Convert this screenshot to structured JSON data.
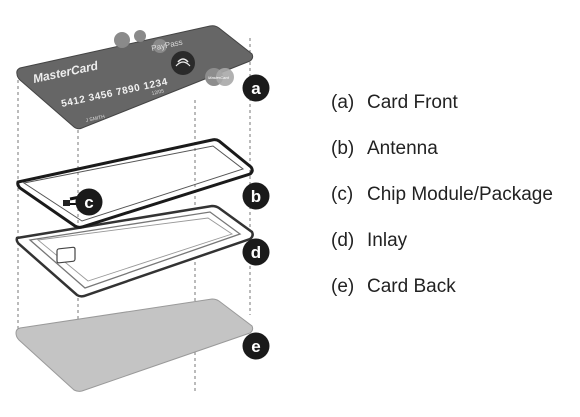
{
  "card_front": {
    "brand": "MasterCard",
    "paypass": "PayPass",
    "number": "5412 3456 7890 1234",
    "expiry": "12/05",
    "name": "J SMITH",
    "brand_small": "MasterCard"
  },
  "badges": [
    {
      "letter": "a"
    },
    {
      "letter": "b"
    },
    {
      "letter": "c"
    },
    {
      "letter": "d"
    },
    {
      "letter": "e"
    }
  ],
  "legend": {
    "items": [
      {
        "key": "(a)",
        "label": "Card Front"
      },
      {
        "key": "(b)",
        "label": "Antenna"
      },
      {
        "key": "(c)",
        "label": "Chip Module/Package"
      },
      {
        "key": "(d)",
        "label": "Inlay"
      },
      {
        "key": "(e)",
        "label": "Card Back"
      }
    ]
  }
}
